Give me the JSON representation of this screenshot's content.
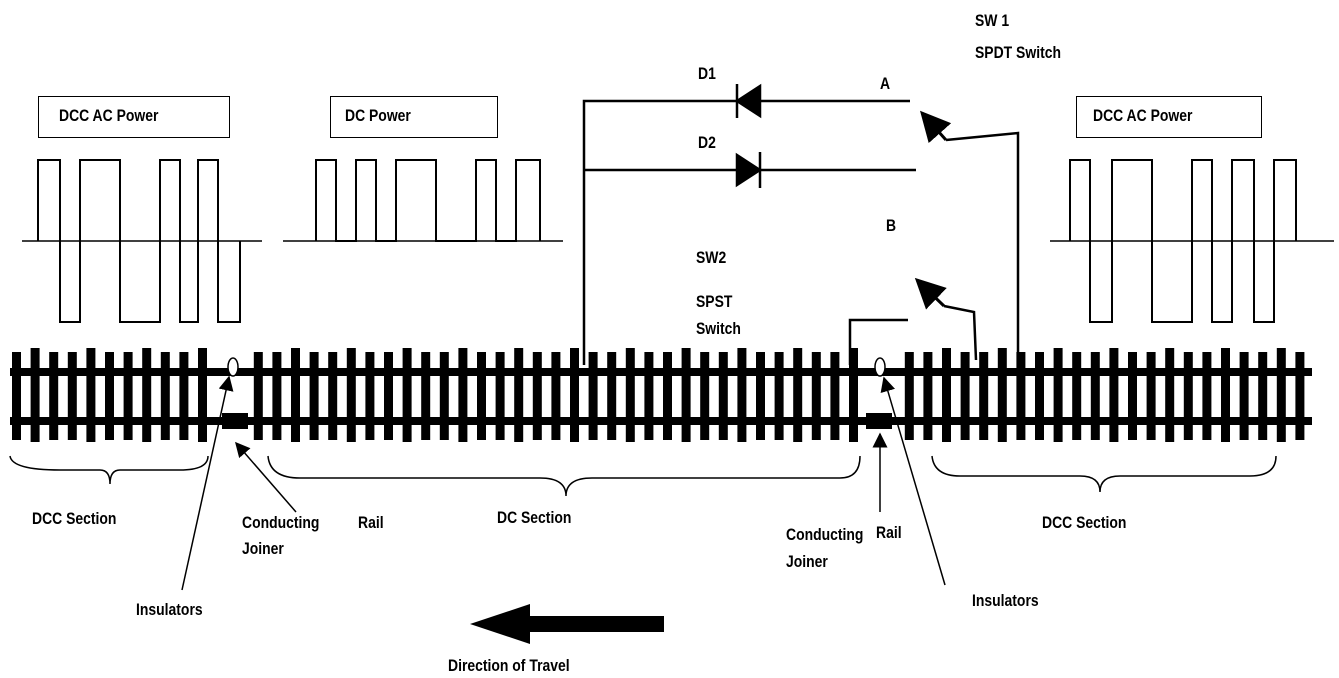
{
  "labels": {
    "dcc_ac_power_left": "DCC AC Power",
    "dc_power": "DC Power",
    "dcc_ac_power_right": "DCC AC Power",
    "d1": "D1",
    "d2": "D2",
    "a": "A",
    "b": "B",
    "sw1_name": "SW 1",
    "sw1_type": "SPDT Switch",
    "sw2_name": "SW2",
    "sw2_type_line1": "SPST",
    "sw2_type_line2": "Switch",
    "dcc_section_left": "DCC Section",
    "conducting_joiner_left_1": "Conducting",
    "conducting_joiner_left_2": "Joiner",
    "rail_left": "Rail",
    "dc_section": "DC Section",
    "conducting_joiner_right_1": "Conducting",
    "conducting_joiner_right_2": "Joiner",
    "rail_right": "Rail",
    "dcc_section_right": "DCC Section",
    "insulators_left": "Insulators",
    "insulators_right": "Insulators",
    "direction": "Direction of Travel"
  },
  "colors": {
    "stroke": "#000000",
    "background": "#ffffff"
  }
}
